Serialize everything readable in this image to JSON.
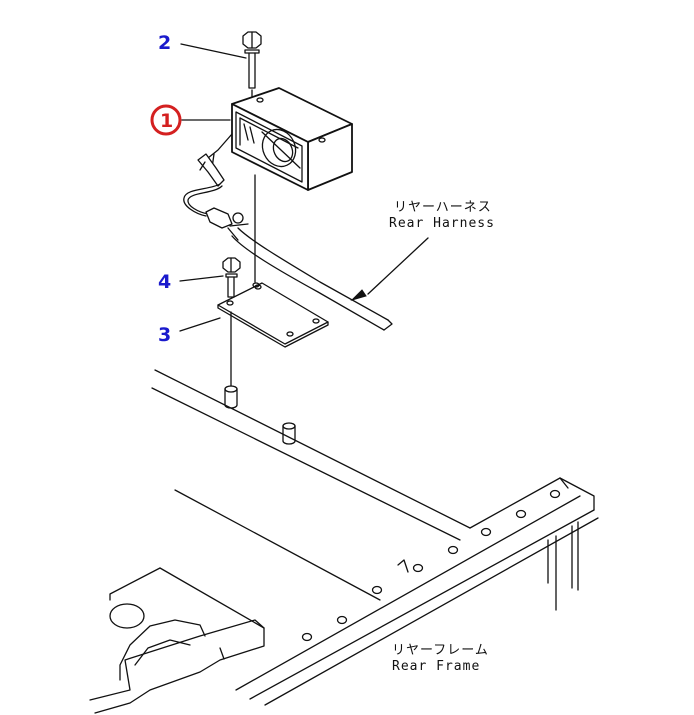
{
  "callouts": [
    {
      "id": "1",
      "text": "1",
      "circled": true
    },
    {
      "id": "2",
      "text": "2",
      "circled": false
    },
    {
      "id": "3",
      "text": "3",
      "circled": false
    },
    {
      "id": "4",
      "text": "4",
      "circled": false
    }
  ],
  "labels": {
    "rear_harness_jp": "リヤーハーネス",
    "rear_harness_en": "Rear Harness",
    "rear_frame_jp": "リヤーフレーム",
    "rear_frame_en": "Rear Frame"
  },
  "colors": {
    "callout_number": "#1a1acc",
    "highlight_ring": "#d42020",
    "line": "#111111"
  }
}
